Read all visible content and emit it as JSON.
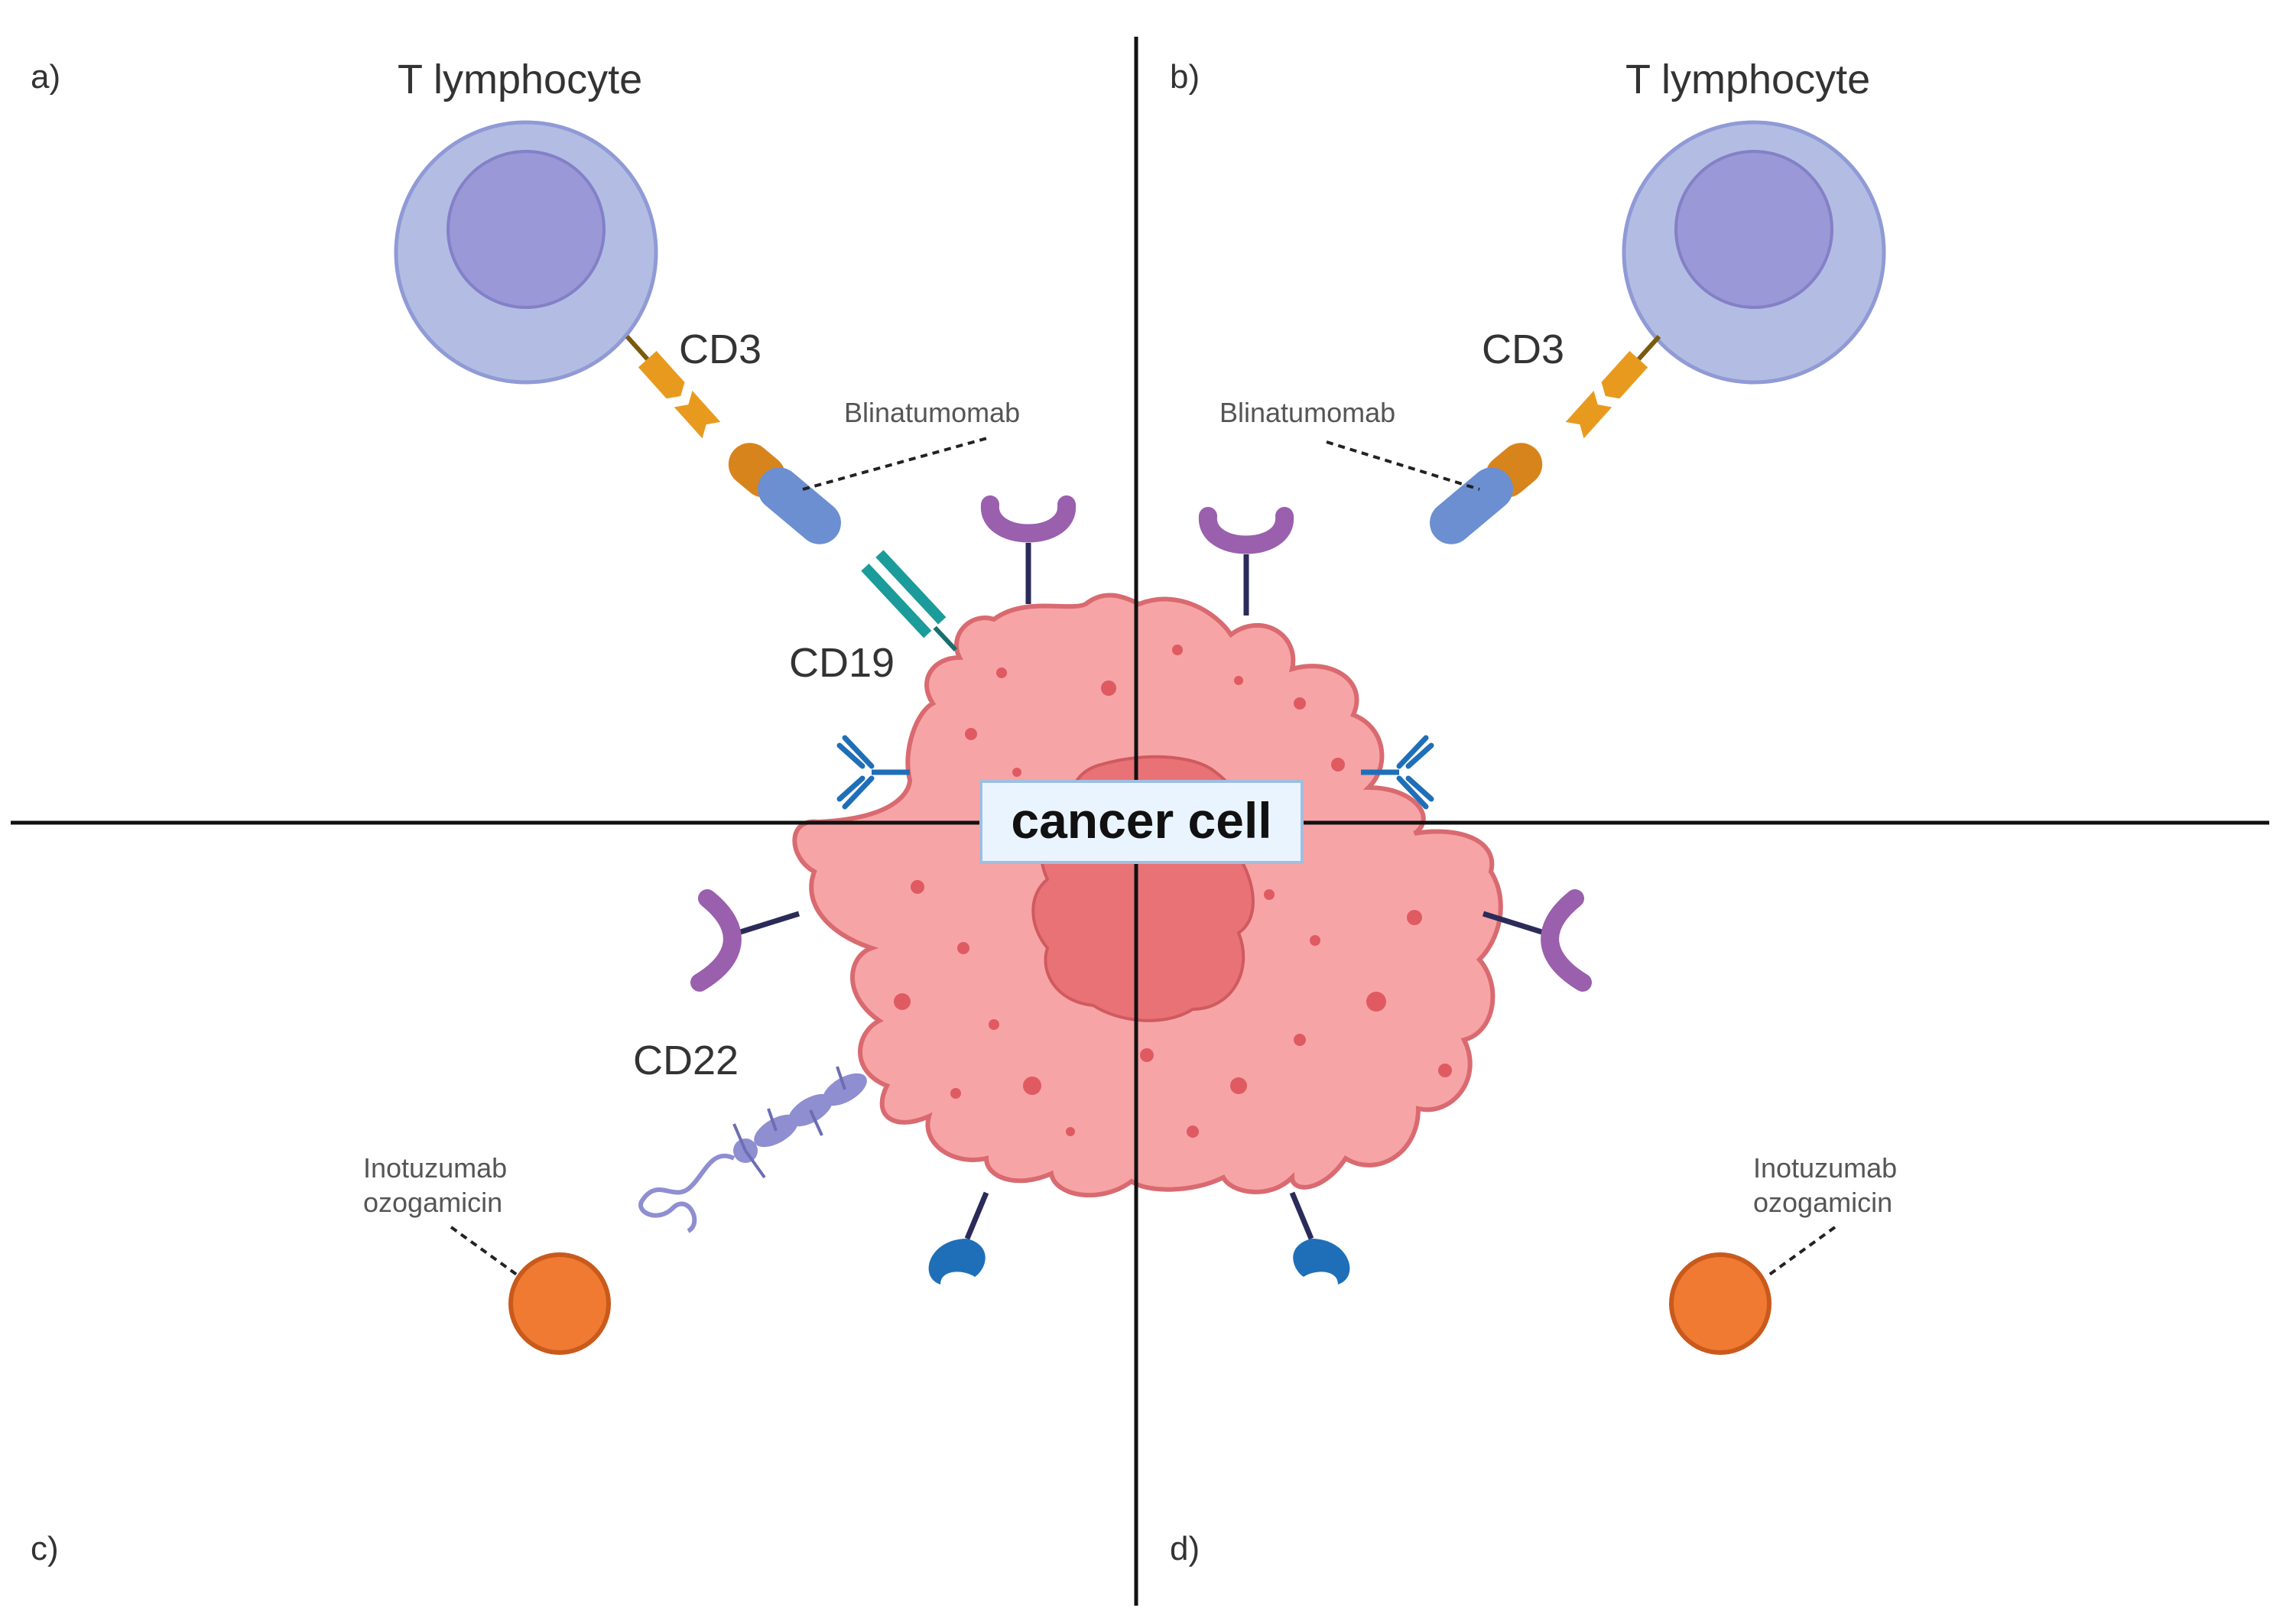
{
  "panels": {
    "a": "a)",
    "b": "b)",
    "c": "c)",
    "d": "d)"
  },
  "labels": {
    "t_lymphocyte_a": "T lymphocyte",
    "t_lymphocyte_b": "T lymphocyte",
    "cd3_a": "CD3",
    "cd3_b": "CD3",
    "blinatumomab_a": "Blinatumomab",
    "blinatumomab_b": "Blinatumomab",
    "cd19": "CD19",
    "cd22": "CD22",
    "inotuzumab_c_line1": "Inotuzumab",
    "inotuzumab_c_line2": "ozogamicin",
    "inotuzumab_d_line1": "Inotuzumab",
    "inotuzumab_d_line2": "ozogamicin",
    "cancer_cell": "cancer cell"
  },
  "colors": {
    "t_cell_outer": "#b3bde3",
    "t_cell_inner": "#9a98d6",
    "cancer_cell": "#f7a4a6",
    "cancer_nucleus": "#e87276",
    "cd3": "#e89a1f",
    "blinatumomab_orange": "#d8841c",
    "blinatumomab_blue": "#6b8fd1",
    "cd19": "#1c9b9b",
    "purple_receptor": "#9a5fad",
    "blue_receptor": "#1f6fb8",
    "cd22": "#8e8ed1",
    "drug_sphere": "#f07a32"
  }
}
